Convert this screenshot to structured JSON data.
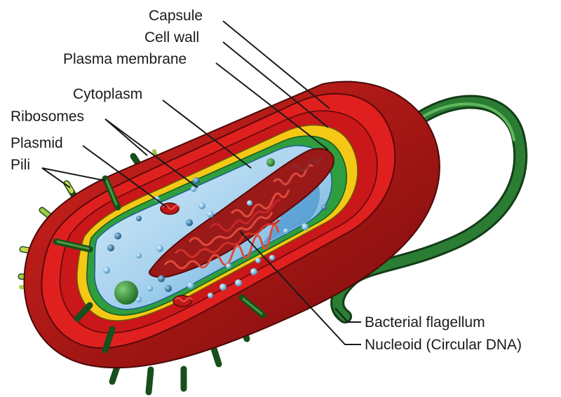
{
  "labels": {
    "capsule": "Capsule",
    "cell_wall": "Cell wall",
    "plasma_membrane": "Plasma membrane",
    "cytoplasm": "Cytoplasm",
    "ribosomes": "Ribosomes",
    "plasmid": "Plasmid",
    "pili": "Pili",
    "flagellum": "Bacterial flagellum",
    "nucleoid": "Nucleoid (Circular DNA)"
  },
  "colors": {
    "capsule": "#c41a1a",
    "capsule_dark": "#8e1010",
    "cell_wall": "#e8262a",
    "plasma_membrane_outer": "#ffd21c",
    "plasma_membrane_inner": "#2e9e3e",
    "cytoplasm": "#a9d3ef",
    "cytoplasm_deep": "#4a9fd6",
    "dna": "#b3141a",
    "pili": "#2f7a32",
    "flagellum": "#2b7d34",
    "ribosome": "#5fb0e0"
  }
}
